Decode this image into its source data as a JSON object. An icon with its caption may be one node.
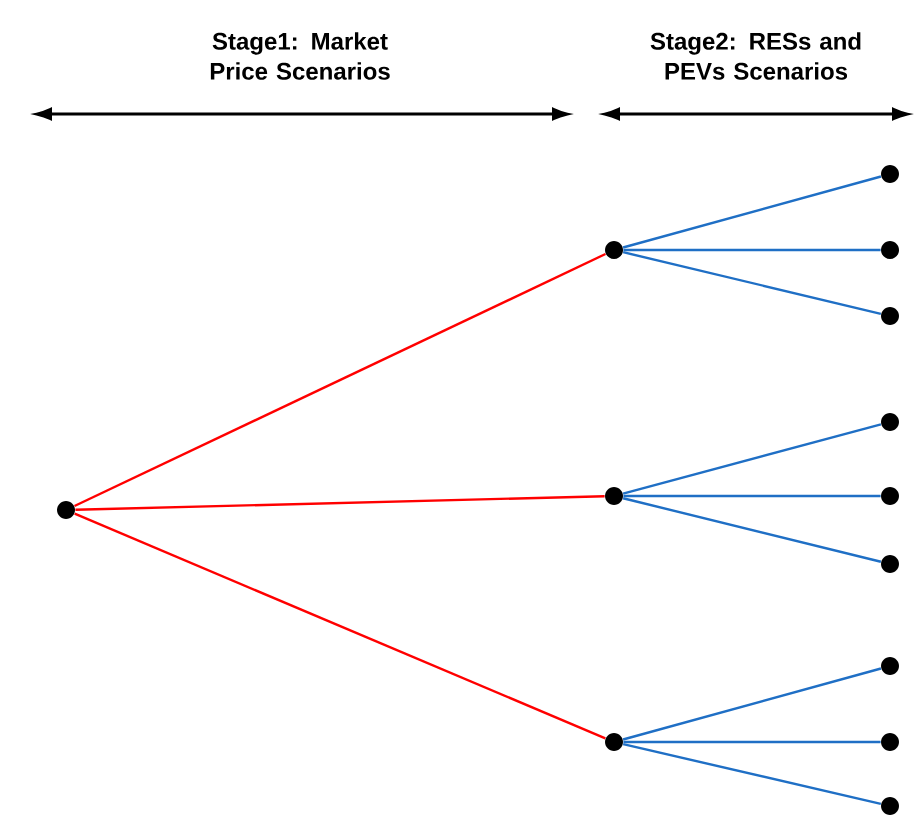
{
  "diagram": {
    "nodes": [
      {
        "text": [],
        "shape": "circle"
      },
      {
        "text": [],
        "shape": "circle"
      },
      {
        "text": [],
        "shape": "circle"
      },
      {
        "text": [],
        "shape": "circle"
      },
      {
        "text": [],
        "shape": "circle"
      },
      {
        "text": [],
        "shape": "circle"
      },
      {
        "text": [],
        "shape": "circle"
      },
      {
        "text": [],
        "shape": "circle"
      },
      {
        "text": [],
        "shape": "circle"
      },
      {
        "text": [],
        "shape": "circle"
      },
      {
        "text": [],
        "shape": "circle"
      },
      {
        "text": [],
        "shape": "circle"
      },
      {
        "text": [],
        "shape": "circle"
      }
    ],
    "edges": [
      {
        "from": 0,
        "to": 1,
        "arrow": "none",
        "color": "#ff0000"
      },
      {
        "from": 0,
        "to": 2,
        "arrow": "none",
        "color": "#ff0000"
      },
      {
        "from": 0,
        "to": 3,
        "arrow": "none",
        "color": "#ff0000"
      },
      {
        "from": 1,
        "to": 4,
        "arrow": "none"
      },
      {
        "from": 1,
        "to": 5,
        "arrow": "none"
      },
      {
        "from": 1,
        "to": 6,
        "arrow": "none"
      },
      {
        "from": 2,
        "to": 7,
        "arrow": "none"
      },
      {
        "from": 2,
        "to": 8,
        "arrow": "none"
      },
      {
        "from": 2,
        "to": 9,
        "arrow": "none"
      },
      {
        "from": 3,
        "to": 10,
        "arrow": "none"
      },
      {
        "from": 3,
        "to": 11,
        "arrow": "none"
      },
      {
        "from": 3,
        "to": 12,
        "arrow": "none"
      }
    ],
    "labels": [
      "Stage1: Market Price Scenarios",
      "Stage2: RESs and PEVs Scenarios"
    ]
  }
}
